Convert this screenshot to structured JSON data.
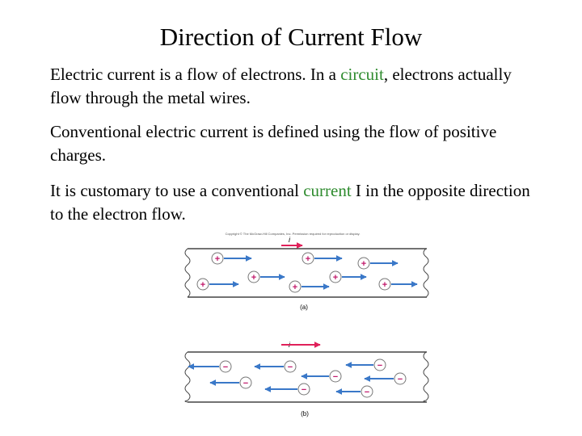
{
  "slide": {
    "title": "Direction of Current Flow",
    "para1": {
      "a": "Electric current is a flow of electrons. In a ",
      "link": "circuit",
      "b": ", electrons actually flow through the metal wires."
    },
    "para2": "Conventional electric current is defined using the flow of positive charges.",
    "para3": {
      "a": "It is customary to use a conventional ",
      "link": "current",
      "b": " I in the opposite direction to the electron flow."
    }
  },
  "figure": {
    "copyright": "Copyright © The McGraw-Hill Companies, Inc. Permission required for reproduction or display.",
    "current_symbol": "i",
    "panel_a_label": "(a)",
    "panel_b_label": "(b)",
    "plus_symbol": "+",
    "minus_symbol": "−",
    "colors": {
      "arrow": "#3a78c8",
      "charge_symbol": "#c0186a",
      "current_arrow": "#e0205a",
      "highlight_text": "#2e8b2e"
    }
  }
}
